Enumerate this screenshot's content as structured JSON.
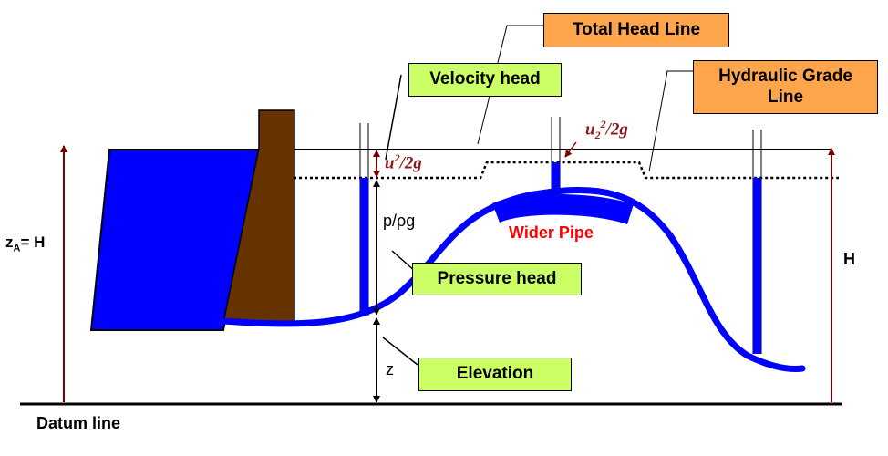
{
  "labels": {
    "total_head_line": "Total Head Line",
    "hydraulic_grade_line": "Hydraulic Grade Line",
    "velocity_head": "Velocity head",
    "pressure_head": "Pressure head",
    "elevation": "Elevation",
    "wider_pipe": "Wider Pipe",
    "datum_line": "Datum line",
    "h_right": "H",
    "za_prefix": "z",
    "za_sub": "A",
    "za_suffix": "= H",
    "p_over_rho_g": "p/ρg",
    "z": "z",
    "u": "u",
    "u2_sup": "2",
    "over_2g": "/2g",
    "u2_sub": "2"
  },
  "colors": {
    "water": "#0000ff",
    "dam": "#663300",
    "callout_orange": "#ffa64d",
    "callout_green": "#ccff66",
    "arrow_dark_red": "#7a0000",
    "wider_pipe_text": "#ff0000",
    "equation_text": "#8b1a1a"
  }
}
